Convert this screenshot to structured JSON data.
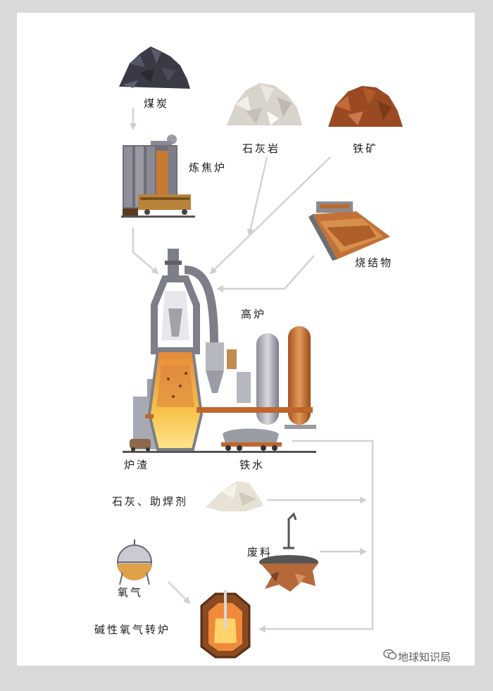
{
  "labels": {
    "coal": "煤炭",
    "coke_oven": "炼焦炉",
    "limestone": "石灰岩",
    "iron_ore": "铁矿",
    "sinter": "烧结物",
    "blast_furnace": "高炉",
    "slag": "炉渣",
    "molten_iron": "铁水",
    "lime_flux": "石灰、助焊剂",
    "scrap": "废料",
    "oxygen": "氧气",
    "bof": "碱性氧气转炉"
  },
  "watermark": "地球知识局",
  "colors": {
    "arrow": "#d3d3d3",
    "steel": "#8a8a8a",
    "rust": "#b8602a",
    "molten": "#f4a23a"
  }
}
